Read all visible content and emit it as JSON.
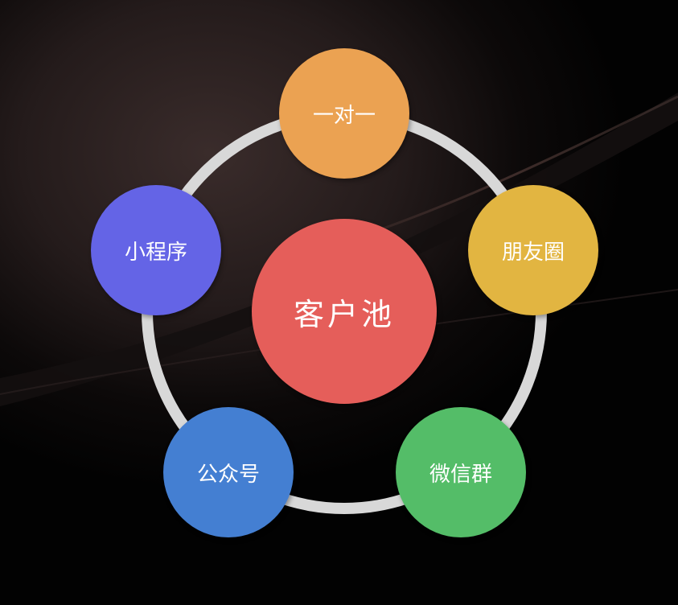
{
  "center": {
    "label": "客户池",
    "color": "#e55e5a"
  },
  "nodes": [
    {
      "label": "一对一",
      "color": "#eba252"
    },
    {
      "label": "朋友圈",
      "color": "#e2b541"
    },
    {
      "label": "微信群",
      "color": "#54bd68"
    },
    {
      "label": "公众号",
      "color": "#447fd2"
    },
    {
      "label": "小程序",
      "color": "#6464e6"
    }
  ],
  "ring_color": "#d8d8d8"
}
